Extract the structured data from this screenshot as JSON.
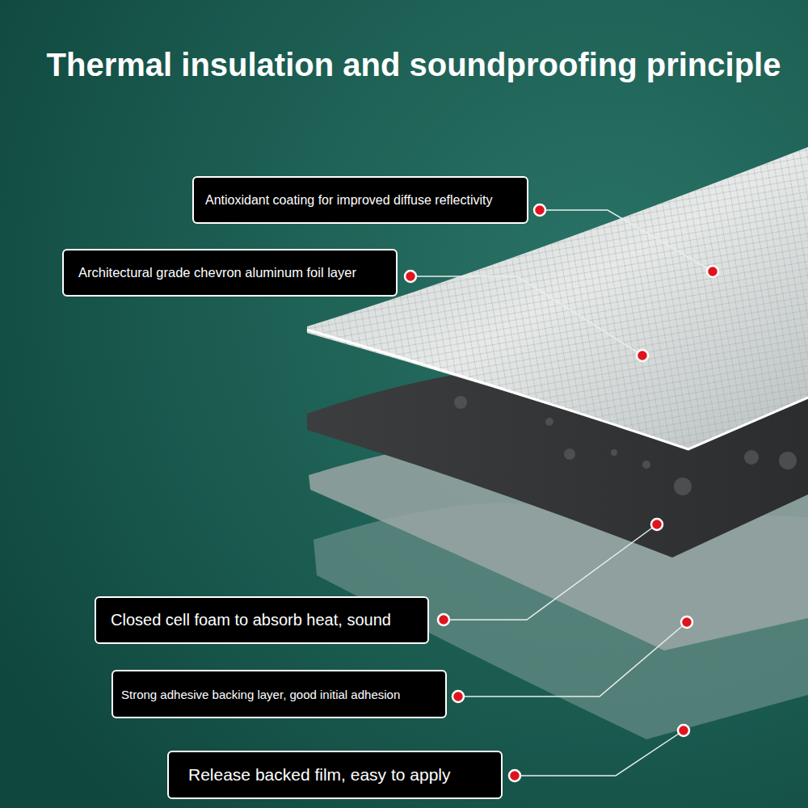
{
  "diagram": {
    "title": "Thermal insulation and soundproofing principle",
    "nodes": [
      {
        "text": [
          "Antioxidant coating for improved diffuse reflectivity"
        ]
      },
      {
        "text": [
          "Architectural grade chevron aluminum foil layer"
        ]
      },
      {
        "text": [
          "Closed cell foam to absorb heat, sound"
        ]
      },
      {
        "text": [
          "Strong adhesive backing layer, good initial adhesion"
        ]
      },
      {
        "text": [
          "Release backed film, easy to apply"
        ]
      }
    ]
  }
}
